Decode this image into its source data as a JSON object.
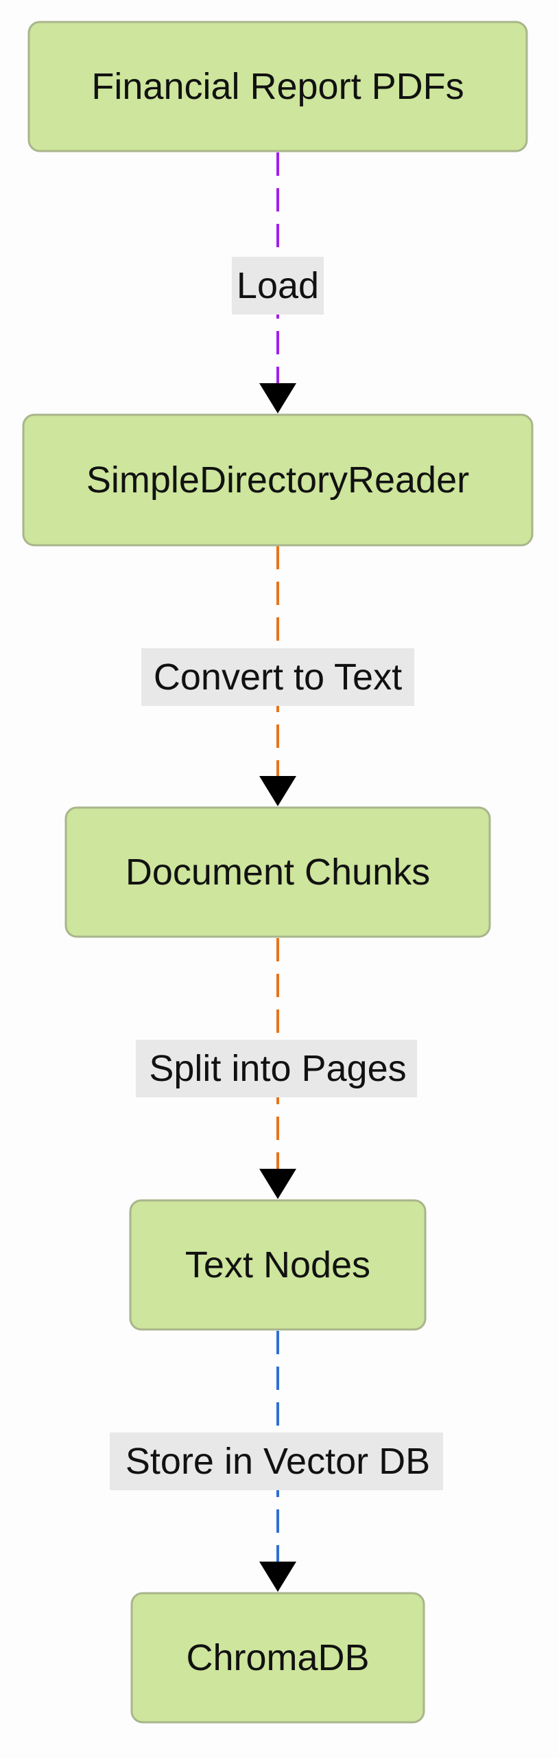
{
  "nodes": [
    {
      "id": "financial-report-pdfs",
      "label": "Financial Report PDFs"
    },
    {
      "id": "simple-directory-reader",
      "label": "SimpleDirectoryReader"
    },
    {
      "id": "document-chunks",
      "label": "Document Chunks"
    },
    {
      "id": "text-nodes",
      "label": "Text Nodes"
    },
    {
      "id": "chromadb",
      "label": "ChromaDB"
    }
  ],
  "edges": [
    {
      "from": "financial-report-pdfs",
      "to": "simple-directory-reader",
      "label": "Load",
      "color": "#a020f0"
    },
    {
      "from": "simple-directory-reader",
      "to": "document-chunks",
      "label": "Convert to Text",
      "color": "#e8731a"
    },
    {
      "from": "document-chunks",
      "to": "text-nodes",
      "label": "Split into Pages",
      "color": "#e8731a"
    },
    {
      "from": "text-nodes",
      "to": "chromadb",
      "label": "Store in Vector DB",
      "color": "#2f6fd6"
    }
  ],
  "colors": {
    "node_fill": "#cde59c",
    "node_border": "#a9b58c",
    "label_background": "#e8e8e8",
    "arrow": "#000000"
  }
}
